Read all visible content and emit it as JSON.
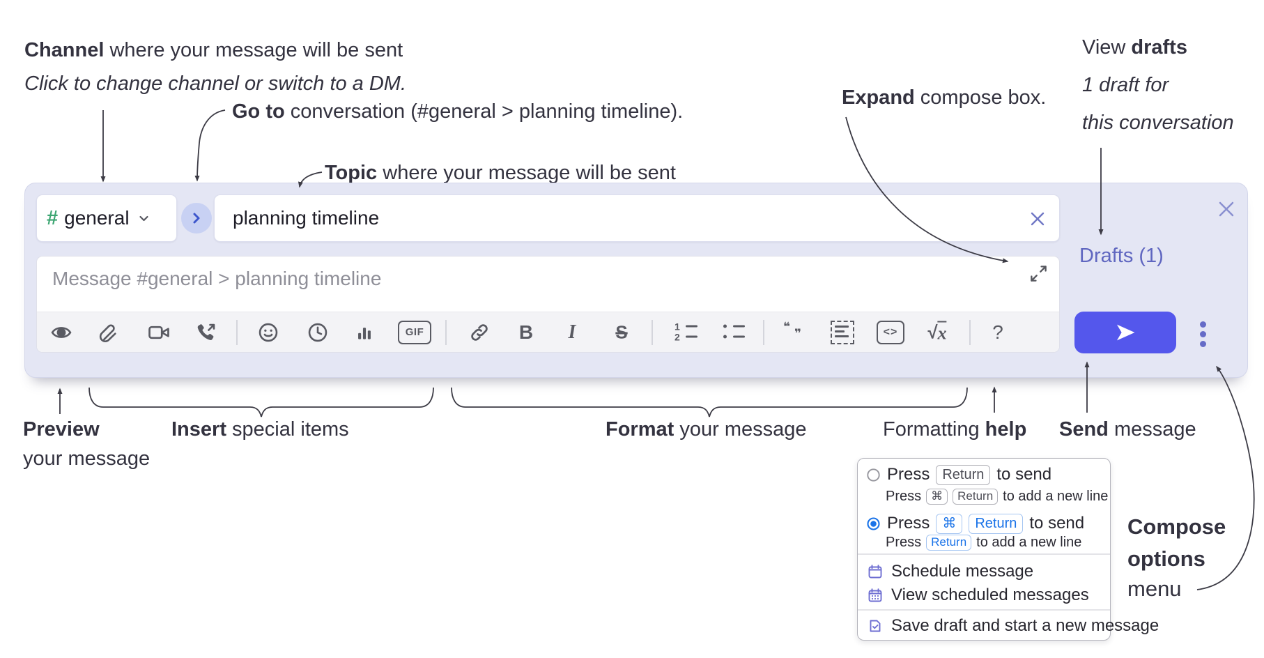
{
  "annotations": {
    "channel": {
      "bold": "Channel",
      "rest": " where your message will be sent",
      "line2": "Click to change channel or switch to a DM."
    },
    "goto": {
      "bold": "Go to",
      "rest": " conversation (#general > planning timeline)."
    },
    "topic": {
      "bold": "Topic",
      "rest": " where your message will be sent"
    },
    "expand": {
      "bold": "Expand",
      "rest": " compose box."
    },
    "drafts": {
      "line1_pre": "View ",
      "line1_bold": "drafts",
      "line2": "1 draft for",
      "line3": "this conversation"
    },
    "preview": {
      "bold": "Preview",
      "line2": "your message"
    },
    "insert": {
      "bold": "Insert",
      "rest": " special items"
    },
    "format": {
      "bold": "Format",
      "rest": " your message"
    },
    "help": {
      "pre": "Formatting ",
      "bold": "help"
    },
    "send": {
      "bold": "Send",
      "rest": " message"
    },
    "compose_options": {
      "line1": "Compose",
      "line2": "options",
      "line3": "menu"
    }
  },
  "compose": {
    "channel_hash": "#",
    "channel_name": "general",
    "topic_value": "planning timeline",
    "message_placeholder": "Message #general > planning timeline",
    "drafts_link": "Drafts (1)"
  },
  "toolbar": {
    "gif": "GIF",
    "bold": "B",
    "italic": "I",
    "strike": "S",
    "sqrt_sign": "√",
    "sqrt_var": "x",
    "help": "?",
    "ol1": "1",
    "ol2": "2",
    "icon_names": [
      "preview-eye",
      "attach-paperclip",
      "video",
      "audio-call",
      "emoji",
      "schedule-clock",
      "poll-chart",
      "gif",
      "link",
      "bold",
      "italic",
      "strikethrough",
      "ordered-list",
      "bulleted-list",
      "blockquote",
      "code-block",
      "code",
      "formula",
      "formatting-help"
    ]
  },
  "menu": {
    "option1": {
      "press": "Press",
      "key_return": "Return",
      "to_send": "to send",
      "sub_press": "Press",
      "sub_key_cmd": "⌘",
      "sub_key_return": "Return",
      "sub_rest": "to add a new line"
    },
    "option2": {
      "press": "Press",
      "key_cmd": "⌘",
      "key_return": "Return",
      "to_send": "to send",
      "sub_press": "Press",
      "sub_key_return": "Return",
      "sub_rest": "to add a new line"
    },
    "items": [
      "Schedule message",
      "View scheduled messages",
      "Save draft and start a new message"
    ]
  },
  "colors": {
    "compose_bg": "#e4e6f4",
    "accent_send": "#5457ec",
    "drafts_link": "#5f66c0",
    "channel_hash_green": "#3ea673",
    "goto_circle_bg": "#c8d1f3",
    "goto_chevron": "#3d56cc",
    "radio_selected_blue": "#1a73e8",
    "menu_icon_purple": "#6e6ed2",
    "annotation_text": "#33323f",
    "toolbar_icon": "#595a62",
    "placeholder_gray": "#8e8e97"
  }
}
